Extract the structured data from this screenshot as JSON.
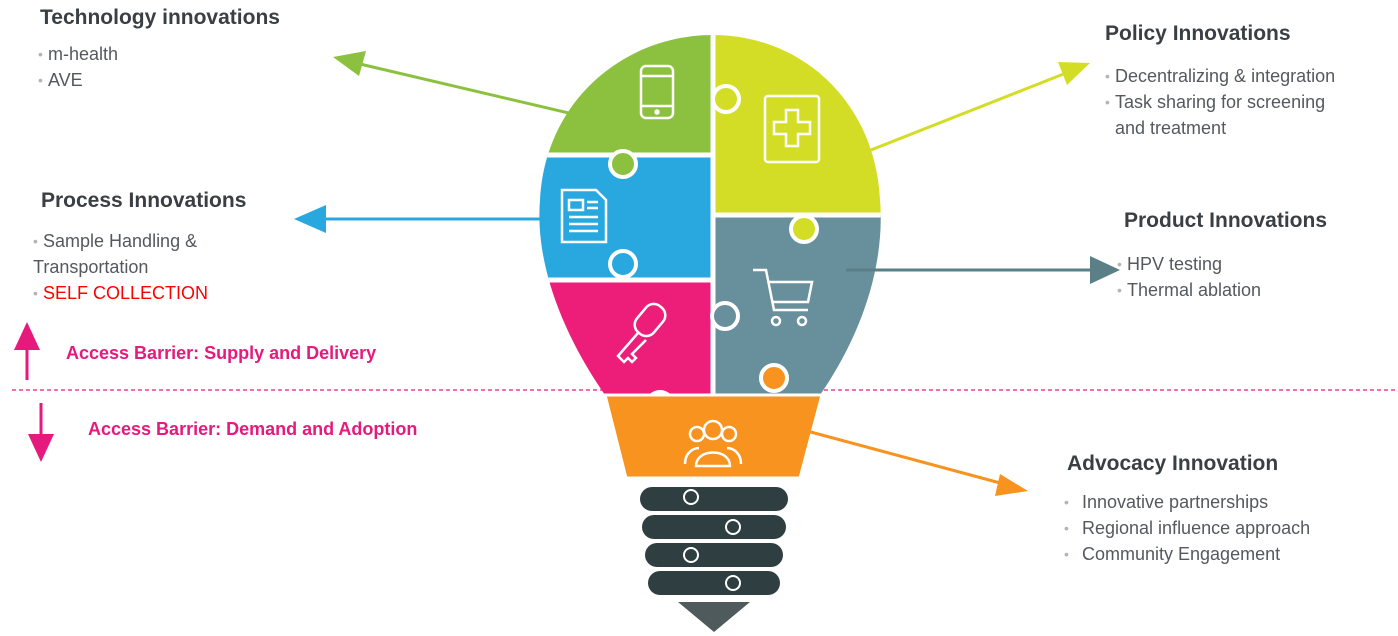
{
  "technology": {
    "title": "Technology innovations",
    "items": [
      "m-health",
      "AVE"
    ]
  },
  "process": {
    "title": "Process Innovations",
    "items": [
      "Sample Handling &",
      "Transportation",
      "SELF COLLECTION"
    ]
  },
  "policy": {
    "title": "Policy Innovations",
    "items": [
      "Decentralizing & integration",
      "Task sharing for screening",
      "and treatment"
    ]
  },
  "product": {
    "title": "Product Innovations",
    "items": [
      "HPV testing",
      "Thermal ablation"
    ]
  },
  "advocacy": {
    "title": "Advocacy Innovation",
    "items": [
      "Innovative partnerships",
      "Regional influence approach",
      "Community Engagement"
    ]
  },
  "barriers": {
    "supply": "Access Barrier: Supply and Delivery",
    "demand": "Access Barrier: Demand and Adoption"
  },
  "colors": {
    "green": "#8cc13f",
    "lime": "#d4dd26",
    "blue": "#29a8e0",
    "slate": "#68909c",
    "magenta": "#ec1e79",
    "orange": "#f7931e",
    "dark": "#2f3e40",
    "divider": "#e6197d"
  },
  "icons": [
    "smartphone-icon",
    "medical-cross-icon",
    "document-icon",
    "shopping-cart-icon",
    "key-icon",
    "people-icon"
  ]
}
